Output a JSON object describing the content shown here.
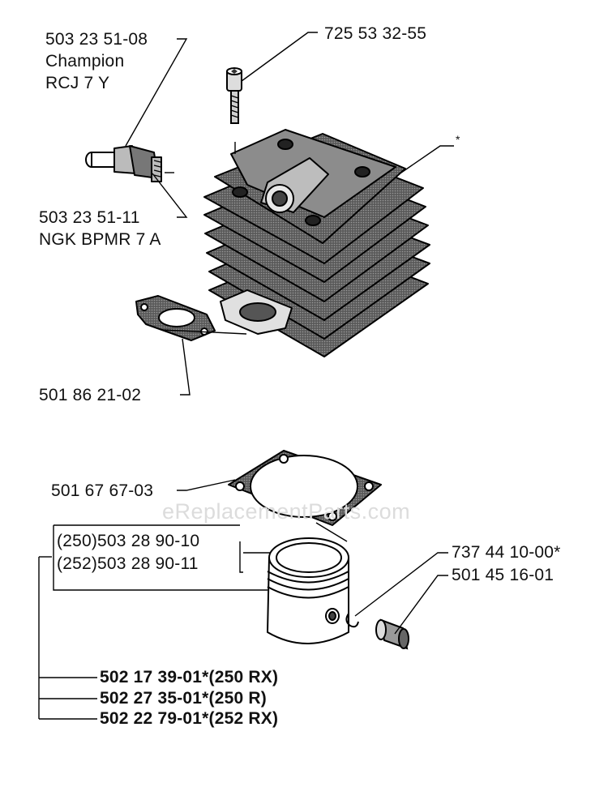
{
  "watermark": "eReplacementParts.com",
  "labels": {
    "spark_plug_champion_pn": "503 23 51-08",
    "spark_plug_champion_brand": "Champion",
    "spark_plug_champion_model": "RCJ 7 Y",
    "bolt_pn": "725 53 32-55",
    "cylinder_mark": "*",
    "spark_plug_ngk_pn": "503 23 51-11",
    "spark_plug_ngk_model": "NGK BPMR 7 A",
    "exhaust_gasket_pn": "501 86 21-02",
    "base_gasket_pn": "501 67 67-03",
    "piston_250": "(250)503 28 90-10",
    "piston_252": "(252)503 28 90-11",
    "circlip_pn": "737 44 10-00*",
    "bearing_pn": "501 45 16-01",
    "kit_250rx": "502 17 39-01*(250 RX)",
    "kit_250r": "502 27 35-01*(250 R)",
    "kit_252rx": "502 22 79-01*(252 RX)"
  }
}
